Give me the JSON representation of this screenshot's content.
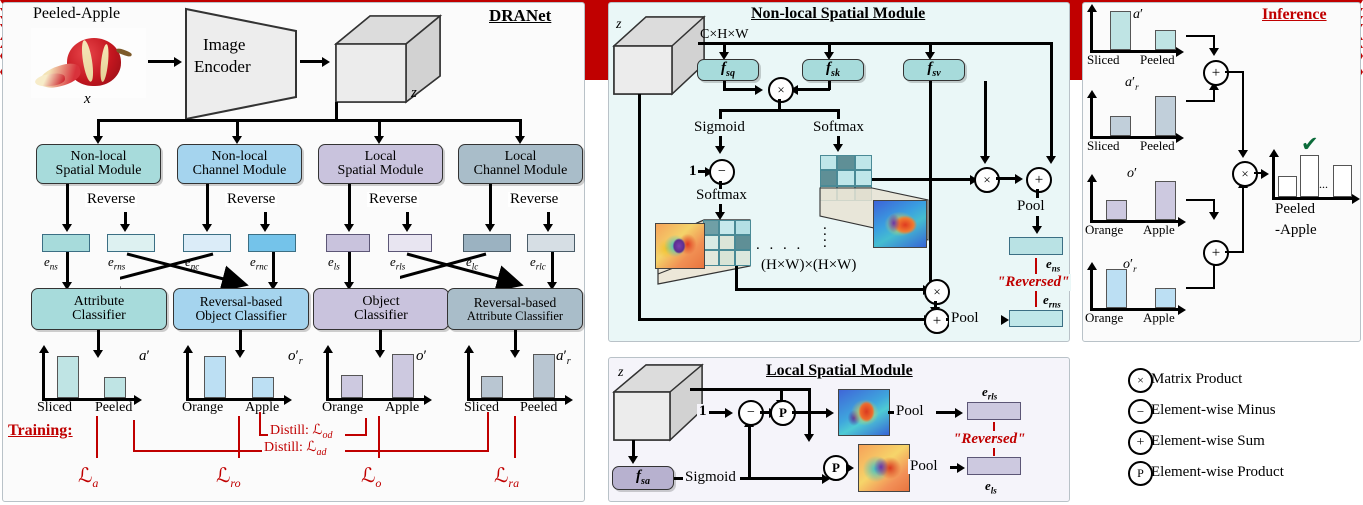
{
  "figure": {
    "panels": [
      "DRANet",
      "Non-local Spatial Module",
      "Local Spatial Module",
      "Inference",
      "Legend"
    ]
  },
  "dranet": {
    "title": "DRANet",
    "input_label": "Peeled-Apple",
    "input_symbol": "x",
    "encoder_label_line1": "Image",
    "encoder_label_line2": "Encoder",
    "feature_symbol": "z",
    "modules": [
      {
        "line1": "Non-local",
        "line2": "Spatial Module",
        "color": "#a7dbdb"
      },
      {
        "line1": "Non-local",
        "line2": "Channel Module",
        "color": "#a5d4ee"
      },
      {
        "line1": "Local",
        "line2": "Spatial Module",
        "color": "#c9c3dd"
      },
      {
        "line1": "Local",
        "line2": "Channel Module",
        "color": "#a9bdc9"
      }
    ],
    "reverse_label": "Reverse",
    "embeddings": [
      {
        "name": "e_ns",
        "tex": "e",
        "sub": "ns",
        "color": "#a7dbdb"
      },
      {
        "name": "e_rns",
        "tex": "e",
        "sub": "rns",
        "color": "#ddf1f1"
      },
      {
        "name": "e_nc",
        "tex": "e",
        "sub": "nc",
        "color": "#dbecf8"
      },
      {
        "name": "e_rnc",
        "tex": "e",
        "sub": "rnc",
        "color": "#74c3ea"
      },
      {
        "name": "e_ls",
        "tex": "e",
        "sub": "ls",
        "color": "#c9c3dd"
      },
      {
        "name": "e_rls",
        "tex": "e",
        "sub": "rls",
        "color": "#e8e5f1"
      },
      {
        "name": "e_lc",
        "tex": "e",
        "sub": "lc",
        "color": "#9bb2c1"
      },
      {
        "name": "e_rlc",
        "tex": "e",
        "sub": "rlc",
        "color": "#d6dee4"
      }
    ],
    "classifiers": [
      {
        "line1": "Attribute",
        "line2": "Classifier",
        "color": "#a7dbdb"
      },
      {
        "line1": "Reversal-based",
        "line2": "Object Classifier",
        "color": "#a5d4ee"
      },
      {
        "line1": "Object",
        "line2": "Classifier",
        "color": "#c9c3dd"
      },
      {
        "line1": "Reversal-based",
        "line2": "Attribute Classifier",
        "color": "#a9bdc9"
      }
    ],
    "training_label": "Training:",
    "distill_od": "Distill: ℒ",
    "distill_od_sub": "od",
    "distill_ad": "Distill: ℒ",
    "distill_ad_sub": "ad",
    "losses": [
      {
        "tex": "ℒ",
        "sub": "a"
      },
      {
        "tex": "ℒ",
        "sub": "ro"
      },
      {
        "tex": "ℒ",
        "sub": "o"
      },
      {
        "tex": "ℒ",
        "sub": "ra"
      }
    ],
    "charts": [
      {
        "symbol": "a",
        "prime": true,
        "sub": "",
        "categories": [
          "Sliced",
          "Peeled"
        ],
        "values": [
          0.82,
          0.42
        ],
        "color": "#bfe4e4"
      },
      {
        "symbol": "o",
        "prime": true,
        "sub": "r",
        "categories": [
          "Orange",
          "Apple"
        ],
        "values": [
          0.85,
          0.4
        ],
        "color": "#bcdff3"
      },
      {
        "symbol": "o",
        "prime": true,
        "sub": "",
        "categories": [
          "Orange",
          "Apple"
        ],
        "values": [
          0.45,
          0.88
        ],
        "color": "#cdc9e0"
      },
      {
        "symbol": "a",
        "prime": true,
        "sub": "r",
        "categories": [
          "Sliced",
          "Peeled"
        ],
        "values": [
          0.46,
          0.9
        ],
        "color": "#b9c6d2"
      }
    ]
  },
  "nlsm": {
    "title": "Non-local Spatial Module",
    "input_symbol": "z",
    "dim_label": "C×H×W",
    "funcs": [
      {
        "tex": "f",
        "sub": "sq"
      },
      {
        "tex": "f",
        "sub": "sk"
      },
      {
        "tex": "f",
        "sub": "sv"
      }
    ],
    "sigmoid_label": "Sigmoid",
    "softmax_label": "Softmax",
    "softmax_label2": "Softmax",
    "one_label": "1",
    "matrix_size_label": "(H×W)×(H×W)",
    "pool_label": "Pool",
    "pool_label2": "Pool",
    "reversed_label": "\"Reversed\"",
    "out_top": {
      "tex": "e",
      "sub": "ns",
      "color": "#b9e2e4"
    },
    "out_bottom": {
      "tex": "e",
      "sub": "rns",
      "color": "#bfe7e9"
    },
    "ops": [
      "×",
      "−",
      "×",
      "+",
      "×",
      "+"
    ]
  },
  "lsm": {
    "title": "Local Spatial Module",
    "input_symbol": "z",
    "func": {
      "tex": "f",
      "sub": "sa"
    },
    "one_label": "1",
    "sigmoid_label": "Sigmoid",
    "pool_label_top": "Pool",
    "pool_label_bottom": "Pool",
    "reversed_label": "\"Reversed\"",
    "out_top": {
      "tex": "e",
      "sub": "rls",
      "color": "#cdc9e0"
    },
    "out_bottom": {
      "tex": "e",
      "sub": "ls",
      "color": "#cdc9e0"
    },
    "ops": [
      "−",
      "P",
      "P"
    ]
  },
  "inference": {
    "title": "Inference",
    "charts": [
      {
        "symbol": "a",
        "prime": true,
        "sub": "",
        "categories": [
          "Sliced",
          "Peeled"
        ],
        "values": [
          0.88,
          0.46
        ],
        "color": "#bfe4e4"
      },
      {
        "symbol": "a",
        "prime": true,
        "sub": "r",
        "categories": [
          "Sliced",
          "Peeled"
        ],
        "values": [
          0.42,
          0.9
        ],
        "color": "#c1cfda"
      },
      {
        "symbol": "o",
        "prime": true,
        "sub": "",
        "categories": [
          "Orange",
          "Apple"
        ],
        "values": [
          0.44,
          0.92
        ],
        "color": "#cdc9e0"
      },
      {
        "symbol": "o",
        "prime": true,
        "sub": "r",
        "categories": [
          "Orange",
          "Apple"
        ],
        "values": [
          0.92,
          0.45
        ],
        "color": "#bcdff3"
      }
    ],
    "ops": [
      "+",
      "+",
      "×"
    ],
    "output_label_line1": "Peeled",
    "output_label_line2": "-Apple",
    "output_values": [
      0.38,
      0.95,
      0.0,
      0.7
    ],
    "output_ellipsis": "...",
    "check_mark": "✔",
    "check_color": "#0b6b3a"
  },
  "legend": {
    "items": [
      {
        "glyph": "×",
        "label": "Matrix Product"
      },
      {
        "glyph": "−",
        "label": "Element-wise Minus"
      },
      {
        "glyph": "+",
        "label": "Element-wise Sum"
      },
      {
        "glyph": "P",
        "label": "Element-wise Product"
      }
    ]
  },
  "colors": {
    "red_accent": "#c00000",
    "panel_border": "#b9c2c8",
    "nlsm_bg": "#eaf7f7",
    "lsm_bg": "#f5f4fa",
    "white_bg": "#fbfbfb"
  }
}
